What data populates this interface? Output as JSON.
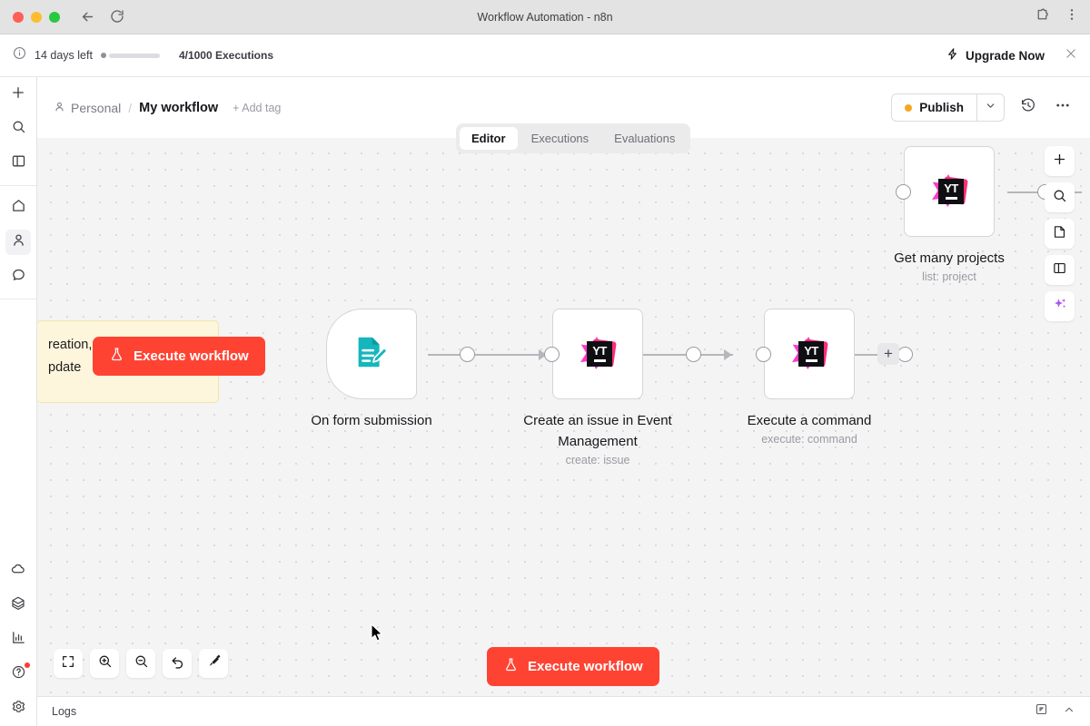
{
  "browser": {
    "tab_title": "Workflow Automation - n8n",
    "back_icon": "back-arrow-icon",
    "reload_icon": "reload-icon",
    "extensions_icon": "extensions-puzzle-icon",
    "menu_icon": "kebab-menu-icon"
  },
  "banner": {
    "info_icon": "info-icon",
    "trial_text": "14 days left",
    "executions_text": "4/1000 Executions",
    "upgrade_label": "Upgrade Now",
    "upgrade_icon": "zap-icon",
    "close_icon": "close-icon"
  },
  "sidebar": {
    "top_items": [
      {
        "name": "add-button",
        "icon": "plus-icon"
      },
      {
        "name": "search-button",
        "icon": "search-icon"
      },
      {
        "name": "panel-toggle-button",
        "icon": "panel-icon"
      }
    ],
    "nav_items": [
      {
        "name": "home",
        "icon": "home-icon",
        "active": false
      },
      {
        "name": "personal",
        "icon": "person-icon",
        "active": true
      },
      {
        "name": "chat",
        "icon": "chat-icon",
        "active": false
      }
    ],
    "bottom_items": [
      {
        "name": "cloud",
        "icon": "cloud-icon",
        "badge": false
      },
      {
        "name": "templates",
        "icon": "box-icon",
        "badge": false
      },
      {
        "name": "insights",
        "icon": "bar-chart-icon",
        "badge": false
      },
      {
        "name": "help",
        "icon": "help-circle-icon",
        "badge": true
      },
      {
        "name": "settings",
        "icon": "gear-icon",
        "badge": false
      }
    ]
  },
  "header": {
    "owner": "Personal",
    "owner_icon": "person-icon",
    "separator": "/",
    "workflow_name": "My workflow",
    "add_tag_label": "+ Add tag",
    "publish_label": "Publish",
    "publish_status_color": "#f5a623",
    "caret_icon": "chevron-down-icon",
    "history_icon": "history-icon",
    "more_icon": "ellipsis-icon"
  },
  "tabs": [
    {
      "label": "Editor",
      "active": true
    },
    {
      "label": "Executions",
      "active": false
    },
    {
      "label": "Evaluations",
      "active": false
    }
  ],
  "canvas": {
    "sticky_note": {
      "line1": "reation, ",
      "line2": "pdate"
    },
    "nodes": [
      {
        "id": "form-trigger",
        "label": "On form submission",
        "subtitle": "",
        "icon": "form-document-pencil-icon",
        "icon_color": "#16b6bd",
        "type": "trigger"
      },
      {
        "id": "create-issue",
        "label": "Create an issue in Event Management",
        "subtitle": "create: issue",
        "icon": "youtrack-icon",
        "type": "action"
      },
      {
        "id": "execute-command",
        "label": "Execute a command",
        "subtitle": "execute: command",
        "icon": "youtrack-icon",
        "type": "action"
      },
      {
        "id": "get-many-projects",
        "label": "Get many projects",
        "subtitle": "list: project",
        "icon": "youtrack-icon",
        "type": "action"
      }
    ],
    "add_node_label": "+",
    "youtrack_logo_text": "YT",
    "execute_overlay_label": "Execute workflow",
    "execute_bottom_label": "Execute workflow",
    "execute_icon": "flask-icon",
    "controls": [
      {
        "name": "zoom-to-fit-button",
        "icon": "fit-screen-icon"
      },
      {
        "name": "zoom-in-button",
        "icon": "zoom-in-icon"
      },
      {
        "name": "zoom-out-button",
        "icon": "zoom-out-icon"
      },
      {
        "name": "reset-zoom-button",
        "icon": "undo-icon"
      },
      {
        "name": "tidy-up-button",
        "icon": "broom-icon"
      }
    ],
    "right_tools": [
      {
        "name": "add-node-button",
        "icon": "plus-icon"
      },
      {
        "name": "search-nodes-button",
        "icon": "search-icon"
      },
      {
        "name": "add-sticky-note-button",
        "icon": "note-icon"
      },
      {
        "name": "toggle-panel-button",
        "icon": "panel-icon"
      },
      {
        "name": "ai-assistant-button",
        "icon": "sparkle-icon"
      }
    ]
  },
  "logs": {
    "label": "Logs",
    "popout_icon": "popout-icon",
    "chevron_icon": "chevron-up-icon"
  }
}
